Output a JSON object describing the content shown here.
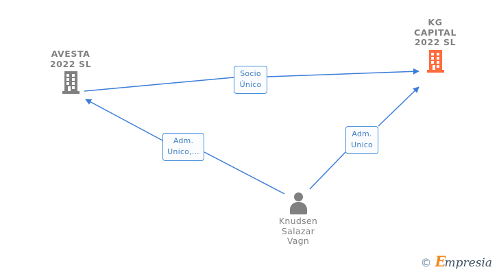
{
  "diagram": {
    "title": "Empresia corporate relationship graph",
    "background_color": "#ffffff",
    "edge_color": "#3b7dd8",
    "label_border_color": "#4a90d9",
    "label_text_color": "#3f7fc1",
    "company_gray_color": "#808080",
    "company_orange_color": "#ff6b3d",
    "node_text_color": "#808080"
  },
  "nodes": [
    {
      "id": "avesta",
      "type": "company",
      "icon": "building-icon",
      "icon_color": "#808080",
      "label": "AVESTA\n2022  SL"
    },
    {
      "id": "kg_capital",
      "type": "company",
      "icon": "building-icon",
      "icon_color": "#ff6b3d",
      "label": "KG\nCAPITAL\n2022  SL"
    },
    {
      "id": "knudsen",
      "type": "person",
      "icon": "person-icon",
      "icon_color": "#808080",
      "label": "Knudsen\nSalazar\nVagn"
    }
  ],
  "edges": [
    {
      "id": "avesta-to-kg",
      "from": "avesta",
      "to": "kg_capital",
      "label": "Socio\nÚnico"
    },
    {
      "id": "knudsen-to-avesta",
      "from": "knudsen",
      "to": "avesta",
      "label": "Adm.\nUnico,..."
    },
    {
      "id": "knudsen-to-kg",
      "from": "knudsen",
      "to": "kg_capital",
      "label": "Adm.\nUnico"
    }
  ],
  "watermark": {
    "copyright": "©",
    "brand_first": "E",
    "brand_rest": "mpresia"
  }
}
